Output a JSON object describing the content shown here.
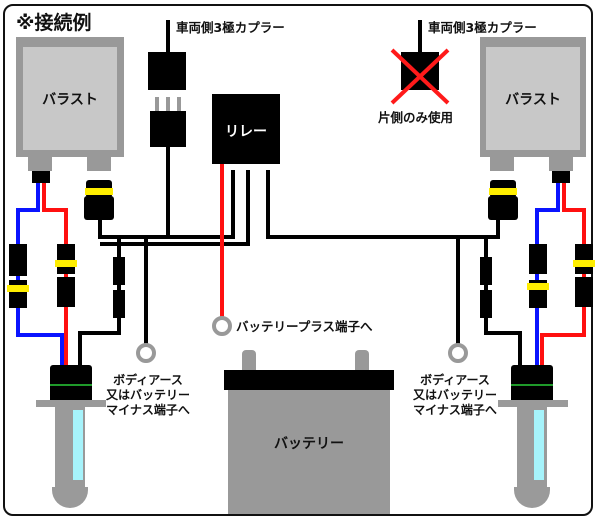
{
  "title": "※接続例",
  "colors": {
    "title_red": "#e0141c",
    "wire_red": "#ff1010",
    "wire_blue": "#0a14ff",
    "wire_black": "#000000",
    "connector_band": "#ffee00",
    "ballast_outer": "#999999",
    "ballast_inner": "#c8c8c8",
    "bulb_glass": "#a6f3fb",
    "bulb_gray": "#9a9a9a",
    "ground_ring": "#999999",
    "cross_red": "#ff1a1a",
    "bulb_green_line": "#1f9a2a"
  },
  "ballast_left": {
    "label": "バラスト"
  },
  "ballast_right": {
    "label": "バラスト"
  },
  "coupler_left": {
    "label": "車両側3極カプラー"
  },
  "coupler_right": {
    "label": "車両側3極カプラー",
    "note": "片側のみ使用"
  },
  "relay": {
    "label": "リレー"
  },
  "battery": {
    "label": "バッテリー"
  },
  "battery_plus": {
    "label": "バッテリープラス端子へ"
  },
  "ground_left": {
    "lines": [
      "ボディアース",
      "又はバッテリー",
      "マイナス端子へ"
    ]
  },
  "ground_right": {
    "lines": [
      "ボディアース",
      "又はバッテリー",
      "マイナス端子へ"
    ]
  }
}
